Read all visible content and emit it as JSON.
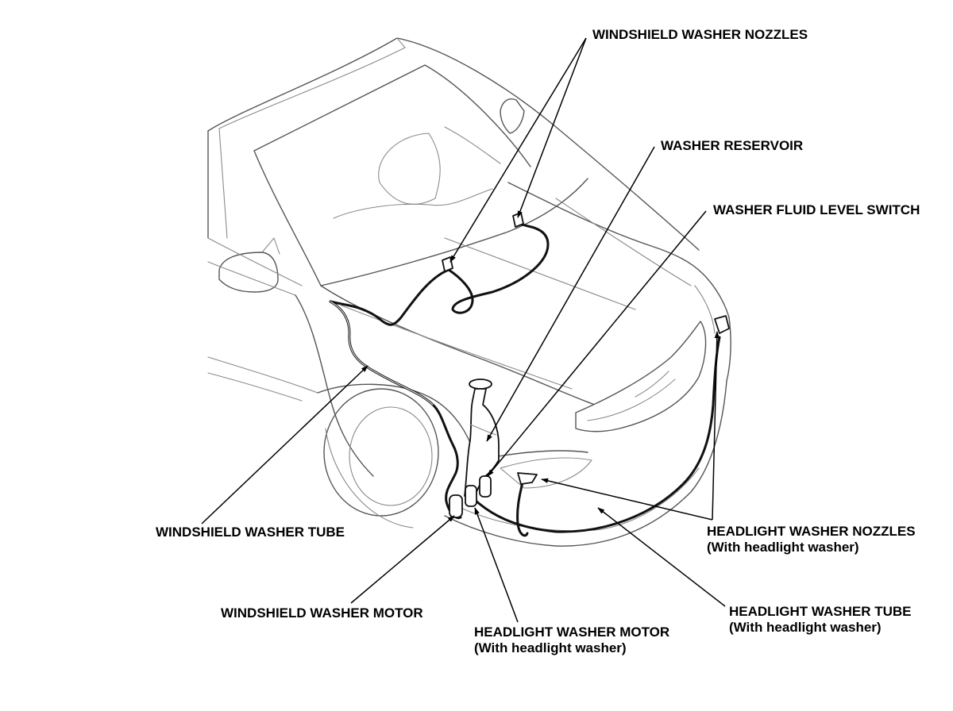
{
  "labels": {
    "windshield_washer_nozzles": "WINDSHIELD WASHER NOZZLES",
    "washer_reservoir": "WASHER RESERVOIR",
    "washer_fluid_level_switch": "WASHER FLUID LEVEL SWITCH",
    "windshield_washer_tube": "WINDSHIELD WASHER TUBE",
    "windshield_washer_motor": "WINDSHIELD WASHER MOTOR",
    "headlight_washer_motor": "HEADLIGHT WASHER MOTOR",
    "headlight_washer_motor_note": "(With headlight washer)",
    "headlight_washer_tube": "HEADLIGHT WASHER TUBE",
    "headlight_washer_tube_note": "(With headlight washer)",
    "headlight_washer_nozzles": "HEADLIGHT WASHER NOZZLES",
    "headlight_washer_nozzles_note": "(With headlight washer)"
  }
}
